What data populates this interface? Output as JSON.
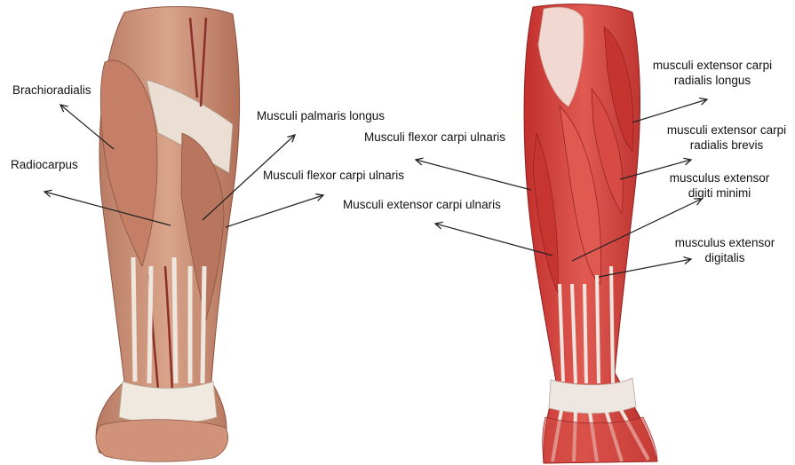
{
  "left_forearm": {
    "labels": {
      "brachioradialis": "Brachioradialis",
      "radiocarpus": "Radiocarpus",
      "palmaris_longus": "Musculi palmaris longus",
      "flexor_carpi_ulnaris": "Musculi flexor carpi ulnaris"
    }
  },
  "right_forearm": {
    "labels": {
      "flexor_carpi_ulnaris": "Musculi flexor carpi ulnaris",
      "extensor_carpi_ulnaris": "Musculi extensor carpi ulnaris",
      "ext_carpi_rad_longus_1": "musculi extensor carpi",
      "ext_carpi_rad_longus_2": "radialis longus",
      "ext_carpi_rad_brevis_1": "musculi extensor carpi",
      "ext_carpi_rad_brevis_2": "radialis brevis",
      "ext_digiti_minimi_1": "musculus extensor",
      "ext_digiti_minimi_2": "digiti minimi",
      "ext_digitalis_1": "musculus extensor",
      "ext_digitalis_2": "digitalis"
    }
  },
  "colors": {
    "left_muscle": "#c98e75",
    "left_muscle_dark": "#9a5a45",
    "right_muscle": "#d9453f",
    "right_muscle_dark": "#a82424",
    "tendon": "#ece6dc",
    "arrow": "#222222"
  }
}
